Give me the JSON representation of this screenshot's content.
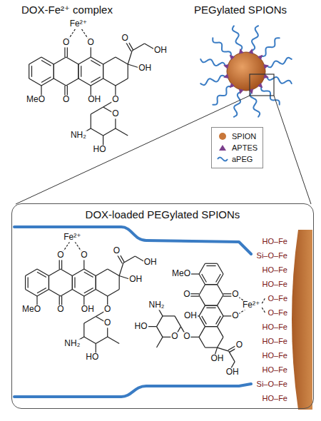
{
  "diagram": {
    "nodes": [
      {
        "text": [
          "DOX-loaded PEGylated SPIONs"
        ]
      }
    ],
    "labels": [
      "DOX-Fe²⁺ complex",
      "PEGylated SPIONs",
      "Fe²⁺",
      "O",
      "O",
      "O",
      "OH",
      "OH",
      "MeO",
      "O",
      "OH",
      "O",
      "O",
      "NH₂",
      "HO",
      "Fe²⁺",
      "O",
      "O",
      "O",
      "OH",
      "OH",
      "MeO",
      "O",
      "OH",
      "O",
      "O",
      "NH₂",
      "HO",
      "Fe²⁺",
      "O",
      "O",
      "O",
      "OH",
      "OH",
      "MeO",
      "O",
      "OH",
      "O",
      "O",
      "NH₂",
      "HO",
      "HO–Fe",
      "Si–O–Fe",
      "HO–Fe",
      "HO–Fe",
      "O–Fe",
      "O–Fe",
      "HO–Fe",
      "HO–Fe",
      "HO–Fe",
      "HO–Fe",
      "Si–O–Fe",
      "HO–Fe"
    ],
    "legend": [
      {
        "text": "SPION",
        "color": "#c8773a"
      },
      {
        "text": "APTES",
        "color": "#7b3f8c"
      },
      {
        "text": "aPEG"
      }
    ]
  }
}
